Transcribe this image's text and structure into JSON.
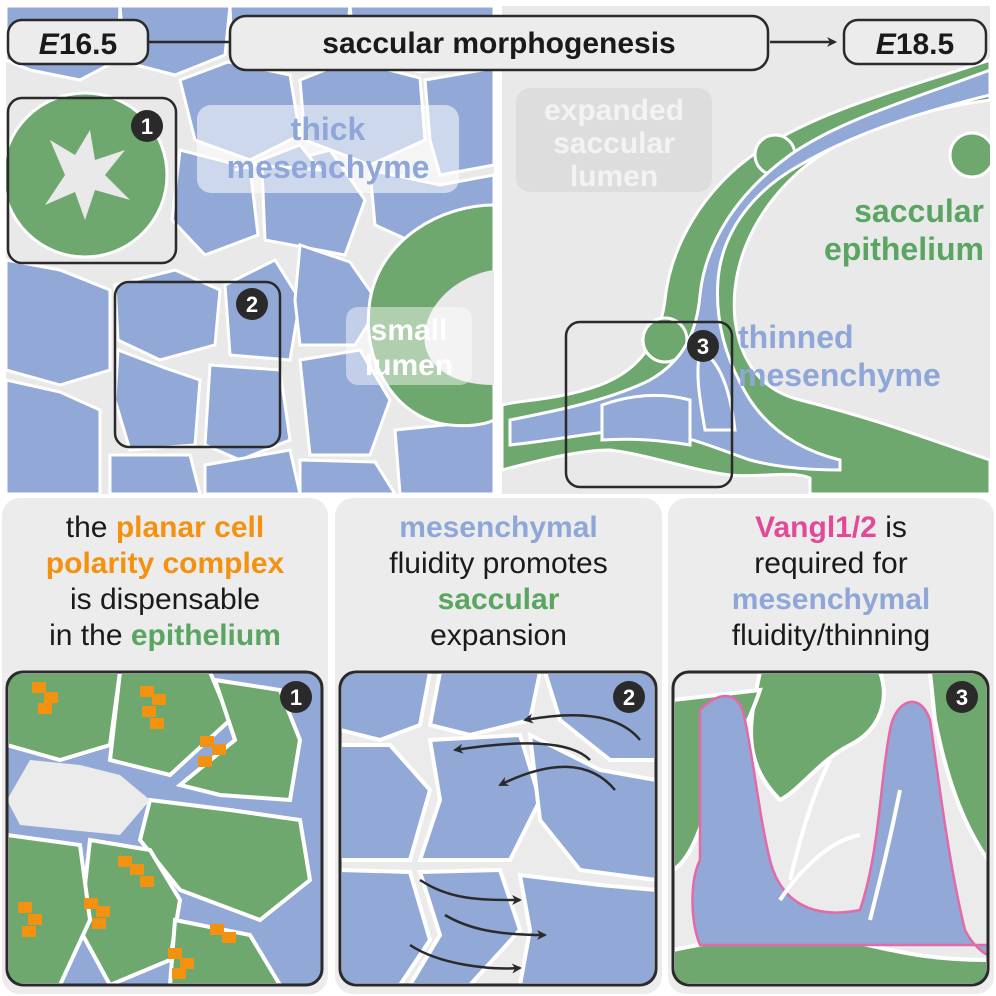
{
  "header": {
    "start_stage_italic": "E",
    "start_stage_num": "16.5",
    "process": "saccular morphogenesis",
    "end_stage_italic": "E",
    "end_stage_num": "18.5"
  },
  "colors": {
    "mesenchyme": "#92a8d6",
    "epithelium": "#6fa86e",
    "lumen": "#ebebeb",
    "pcp": "#f39210",
    "vangl": "#e26aa9",
    "pcp_text": "#f39210",
    "vangl_text": "#e04a99",
    "meso_text": "#8ea6d8",
    "epi_text": "#5aa561"
  },
  "left_panel": {
    "label_thick_1": "thick",
    "label_thick_2": "mesenchyme",
    "label_small_1": "small",
    "label_small_2": "lumen",
    "box1": "1",
    "box2": "2"
  },
  "right_panel": {
    "label_expanded_1": "expanded",
    "label_expanded_2": "saccular",
    "label_expanded_3": "lumen",
    "label_saccular_1": "saccular",
    "label_saccular_2": "epithelium",
    "label_thinned_1": "thinned",
    "label_thinned_2": "mesenchyme",
    "box3": "3"
  },
  "captions": {
    "c1": {
      "l1": "the ",
      "l1b": "planar cell",
      "l2b": "polarity complex",
      "l3": "is dispensable",
      "l4": "in the ",
      "l4b": "epithelium"
    },
    "c2": {
      "l1b": "mesenchymal",
      "l2": "fluidity promotes",
      "l3b": "saccular",
      "l4": "expansion"
    },
    "c3": {
      "l1b": "Vangl1/2",
      "l1": " is",
      "l2": "required for",
      "l3b": "mesenchymal",
      "l4": "fluidity/thinning"
    }
  },
  "insets": {
    "i1": "1",
    "i2": "2",
    "i3": "3"
  }
}
